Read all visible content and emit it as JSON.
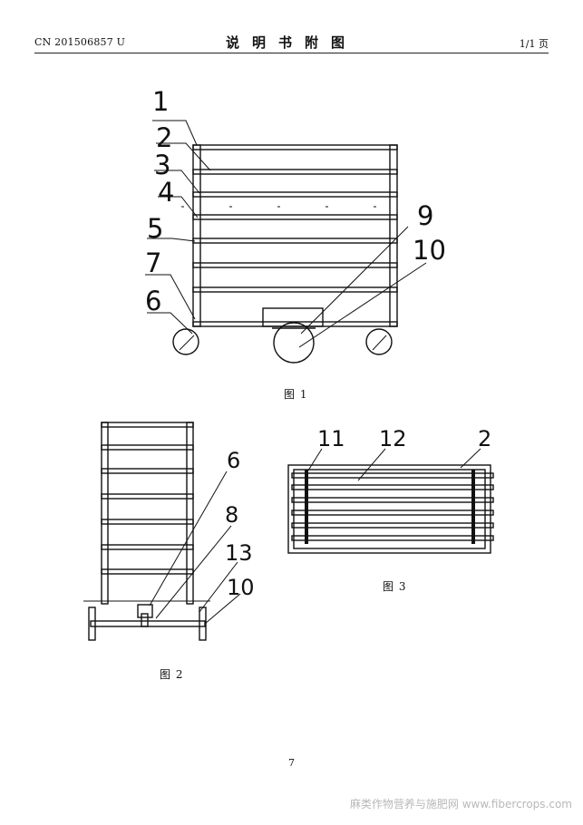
{
  "header": {
    "pub_number": "CN 201506857 U",
    "title": "说明书附图",
    "page_of": "1/1 页"
  },
  "figures": [
    {
      "caption": "图 1",
      "labels": [
        "1",
        "2",
        "3",
        "4",
        "5",
        "7",
        "6",
        "9",
        "10"
      ]
    },
    {
      "caption": "图 2",
      "labels": [
        "6",
        "8",
        "13",
        "10"
      ]
    },
    {
      "caption": "图 3",
      "labels": [
        "11",
        "12",
        "2"
      ]
    }
  ],
  "page_number": "7",
  "watermark": "麻类作物营养与施肥网 www.fibercrops.com"
}
